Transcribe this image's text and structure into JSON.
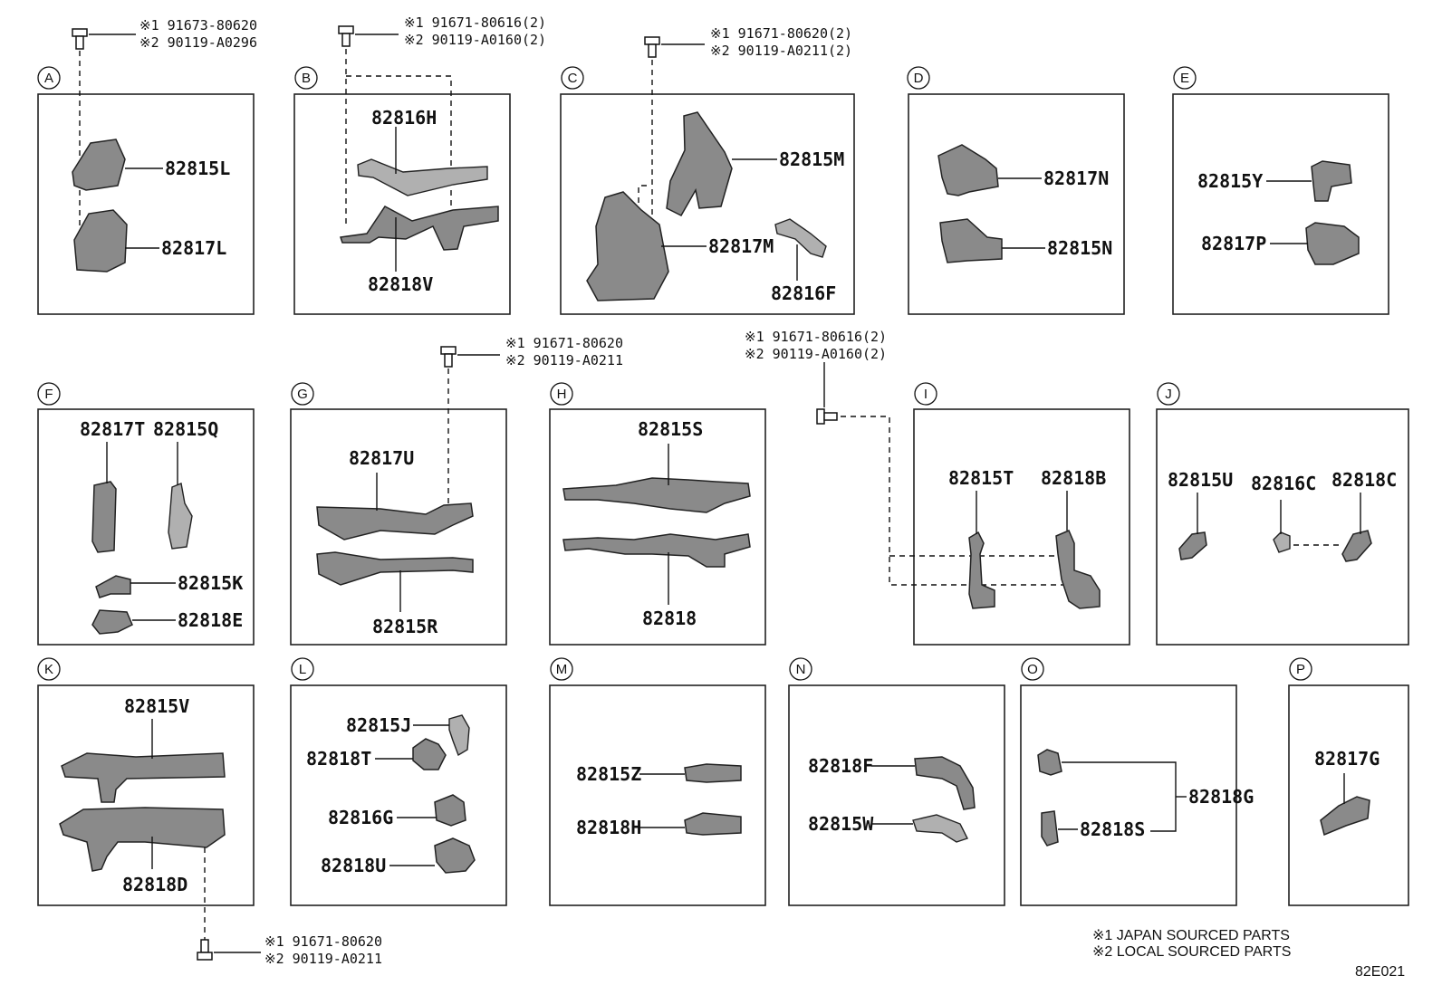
{
  "sections": {
    "A": {
      "letter": "A",
      "parts": [
        "82815L",
        "82817L"
      ]
    },
    "B": {
      "letter": "B",
      "parts": [
        "82816H",
        "82818V"
      ]
    },
    "C": {
      "letter": "C",
      "parts": [
        "82815M",
        "82817M",
        "82816F"
      ]
    },
    "D": {
      "letter": "D",
      "parts": [
        "82817N",
        "82815N"
      ]
    },
    "E": {
      "letter": "E",
      "parts": [
        "82815Y",
        "82817P"
      ]
    },
    "F": {
      "letter": "F",
      "parts": [
        "82817T",
        "82815Q",
        "82815K",
        "82818E"
      ]
    },
    "G": {
      "letter": "G",
      "parts": [
        "82817U",
        "82815R"
      ]
    },
    "H": {
      "letter": "H",
      "parts": [
        "82815S",
        "82818"
      ]
    },
    "I": {
      "letter": "I",
      "parts": [
        "82815T",
        "82818B"
      ]
    },
    "J": {
      "letter": "J",
      "parts": [
        "82815U",
        "82816C",
        "82818C"
      ]
    },
    "K": {
      "letter": "K",
      "parts": [
        "82815V",
        "82818D"
      ]
    },
    "L": {
      "letter": "L",
      "parts": [
        "82815J",
        "82818T",
        "82816G",
        "82818U"
      ]
    },
    "M": {
      "letter": "M",
      "parts": [
        "82815Z",
        "82818H"
      ]
    },
    "N": {
      "letter": "N",
      "parts": [
        "82818F",
        "82815W"
      ]
    },
    "O": {
      "letter": "O",
      "parts": [
        "82818G",
        "82818S"
      ]
    },
    "P": {
      "letter": "P",
      "parts": [
        "82817G"
      ]
    }
  },
  "fasteners": {
    "A": [
      "※1 91673-80620",
      "※2 90119-A0296"
    ],
    "B": [
      "※1 91671-80616(2)",
      "※2 90119-A0160(2)"
    ],
    "C": [
      "※1 91671-80620(2)",
      "※2 90119-A0211(2)"
    ],
    "G": [
      "※1 91671-80620",
      "※2 90119-A0211"
    ],
    "I": [
      "※1 91671-80616(2)",
      "※2 90119-A0160(2)"
    ],
    "K": [
      "※1 91671-80620",
      "※2 90119-A0211"
    ]
  },
  "notes": {
    "japan": "※1 JAPAN SOURCED PARTS",
    "local": "※2 LOCAL SOURCED PARTS",
    "code": "82E021"
  }
}
